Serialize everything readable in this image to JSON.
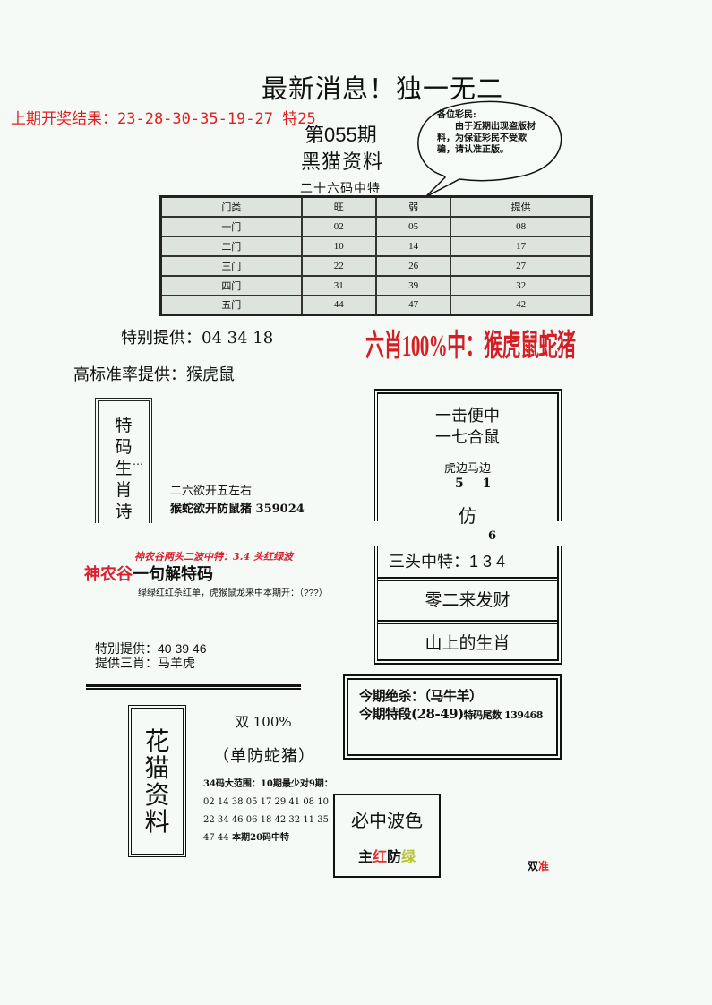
{
  "header": {
    "headline": "最新消息！独一无二",
    "last_result": "上期开奖结果：23-28-30-35-19-27 特25",
    "issue": "第055期",
    "material_name": "黑猫资料",
    "table_caption": "二十六码中特"
  },
  "bubble": {
    "greeting": "各位彩民:",
    "body": "由于近期出现盗版材料，为保证彩民不受欺骗，请认准正版。"
  },
  "table": {
    "headers": [
      "门类",
      "旺",
      "弱",
      "提供"
    ],
    "rows": [
      [
        "一门",
        "02",
        "05",
        "08"
      ],
      [
        "二门",
        "10",
        "14",
        "17"
      ],
      [
        "三门",
        "22",
        "26",
        "27"
      ],
      [
        "四门",
        "31",
        "39",
        "32"
      ],
      [
        "五门",
        "44",
        "47",
        "42"
      ]
    ]
  },
  "special_offer_1": "特别提供：04 34 18",
  "high_accuracy": "高标准率提供：猴虎鼠",
  "six_xiao": "六肖100%中：猴虎鼠蛇猪",
  "poem": {
    "title_chars": [
      "特",
      "码",
      "生",
      "肖",
      "诗"
    ],
    "dots": "…",
    "line1": "二六欲开五左右",
    "line2": "猴蛇欲开防鼠猪 359024"
  },
  "hit_box": {
    "title": "一击便中",
    "subtitle": "一七合鼠",
    "edge_label": "虎边马边",
    "edge_nums": "5 1",
    "imitate": "仿",
    "six": "6",
    "three_head": "三头中特：1 3 4",
    "row1": "零二来发财",
    "row2": "山上的生肖"
  },
  "shennong": {
    "red_line": "神农谷两头二波中特：3.4 头红绿波",
    "title_red": "神农谷",
    "title_black": "一句解特码",
    "desc": "绿绿红红杀红单，虎猴鼠龙来中本期开：（???）"
  },
  "special_offer_2": {
    "line1": "特别提供：40 39 46",
    "line2": "提供三肖：马羊虎"
  },
  "kill_box": {
    "line1": "今期绝杀：（马牛羊）",
    "line2_main": "今期特段(28-49)",
    "line2_small": "特码尾数 139468"
  },
  "huamao": {
    "title_chars": [
      "花",
      "猫",
      "资",
      "料"
    ],
    "double100": "双 100%",
    "single_guard": "（单防蛇猪）",
    "range_intro": "34码大范围：10期最少对9期：",
    "range_nums": "02 14 38 05 17 29 41 08 10 22 34 46 06 18 42 32 11 35 47   44",
    "range_tail": "本期20码中特"
  },
  "wave_box": {
    "title": "必中波色",
    "main": "主",
    "red": "红",
    "guard": "防",
    "green": "绿"
  },
  "double_zhun": {
    "a": "双",
    "b": "准"
  },
  "colors": {
    "red": "#e02020",
    "green": "#b6c232",
    "background": "#f5faf6",
    "table_bg": "#dde3dd"
  }
}
